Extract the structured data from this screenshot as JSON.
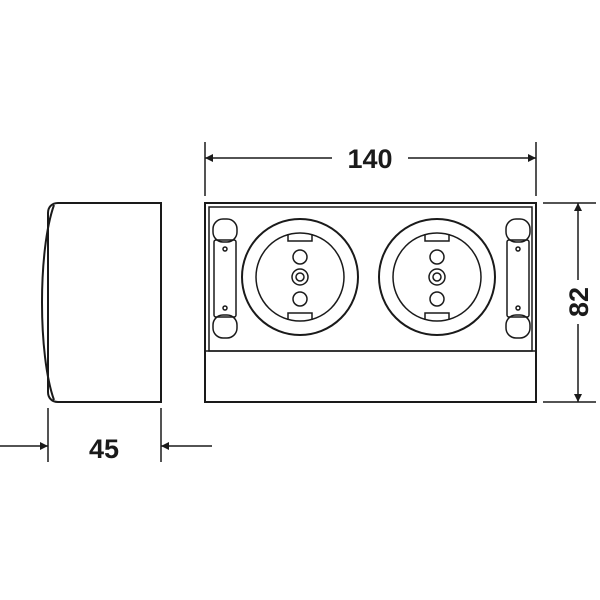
{
  "dimensions": {
    "width": "140",
    "height": "82",
    "depth": "45"
  },
  "colors": {
    "line": "#1a1a1a",
    "background": "#ffffff"
  }
}
